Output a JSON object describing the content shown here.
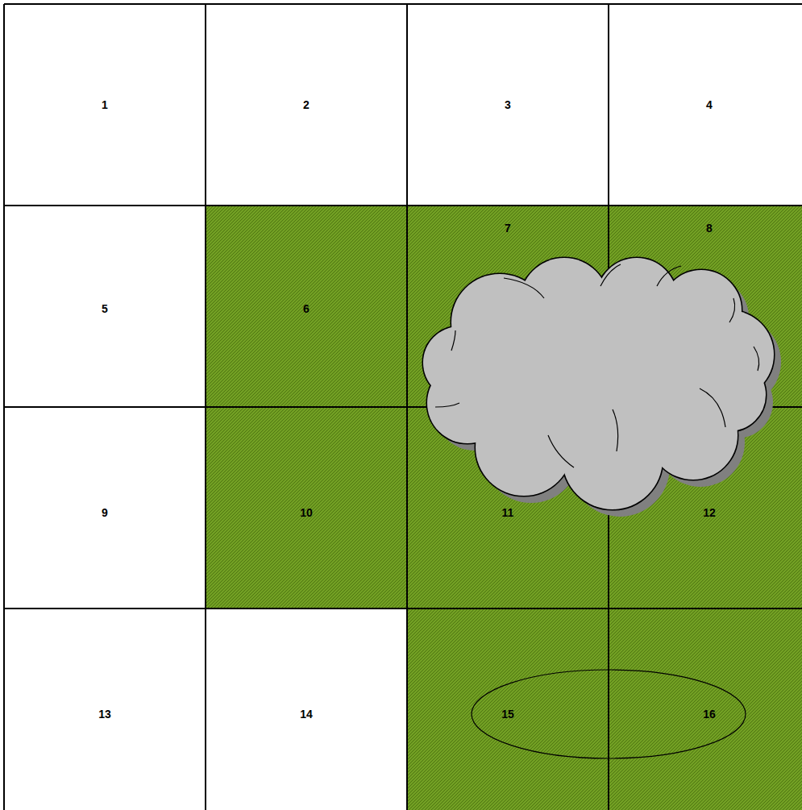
{
  "diagram": {
    "nodes": [
      {
        "text": [
          "1"
        ]
      },
      {
        "text": [
          "2"
        ]
      },
      {
        "text": [
          "3"
        ]
      },
      {
        "text": [
          "4"
        ]
      },
      {
        "text": [
          "5"
        ]
      },
      {
        "text": [
          "6"
        ]
      },
      {
        "text": [
          "7"
        ]
      },
      {
        "text": [
          "8"
        ]
      },
      {
        "text": [
          "9"
        ]
      },
      {
        "text": [
          "10"
        ]
      },
      {
        "text": [
          "11"
        ]
      },
      {
        "text": [
          "12"
        ]
      },
      {
        "text": [
          "13"
        ]
      },
      {
        "text": [
          "14"
        ]
      },
      {
        "text": [
          "15"
        ]
      },
      {
        "text": [
          "16"
        ]
      }
    ]
  }
}
